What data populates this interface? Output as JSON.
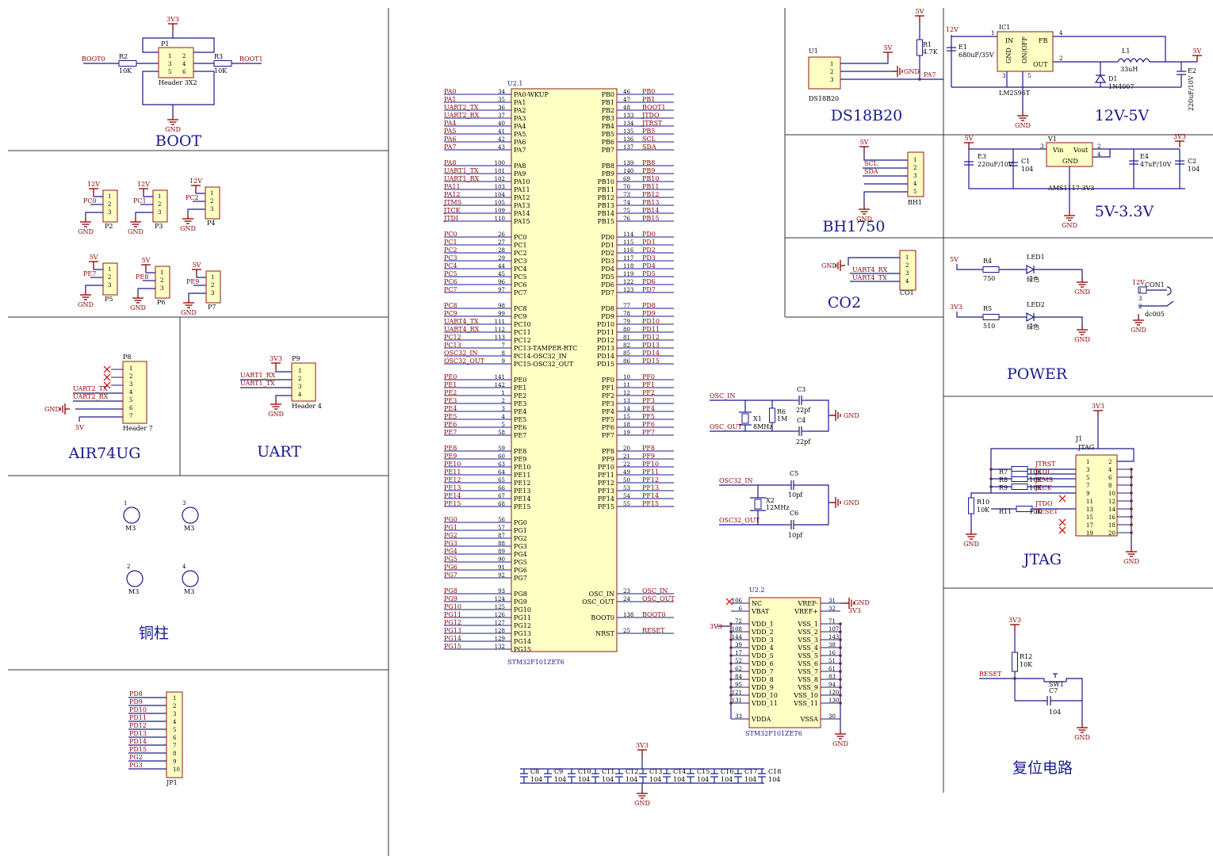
{
  "sections": {
    "boot": "BOOT",
    "air74ug": "AIR74UG",
    "uart": "UART",
    "copper": "铜柱",
    "ds18b20": "DS18B20",
    "reg12to5": "12V-5V",
    "bh1750": "BH1750",
    "reg5to33": "5V-3.3V",
    "co2": "CO2",
    "power": "POWER",
    "jtag": "JTAG",
    "reset": "复位电路"
  },
  "nets": {
    "v3v3": "3V3",
    "v5": "5V",
    "v12": "12V",
    "gnd": "GND",
    "boot0": "BOOT0",
    "boot1": "BOOT1",
    "pc0": "PC0",
    "pc1": "PC1",
    "pc2": "PC2",
    "pe7": "PE7",
    "pe8": "PE8",
    "pe9": "PE9",
    "uart2_tx": "UART2_TX",
    "uart2_rx": "UART2_RX",
    "uart1_rx": "UART1_RX",
    "uart1_tx": "UART1_TX",
    "uart4_rx": "UART4_RX",
    "uart4_tx": "UART4_TX",
    "scl": "SCL",
    "sda": "SDA",
    "pa7": "PA7",
    "osc_in": "OSC_IN",
    "osc_out": "OSC_OUT",
    "osc32_in": "OSC32_IN",
    "osc32_out": "OSC32_OUT",
    "reset": "RESET",
    "jtrst": "JTRST",
    "jtdi": "JTDI",
    "jtms": "JTMS",
    "jtck": "JTCK",
    "jtdo": "JTDO"
  },
  "parts": {
    "p1": "P1",
    "p1_name": "Header 3X2",
    "r2": "R2",
    "r3": "R3",
    "r_10k": "10K",
    "p2": "P2",
    "p3": "P3",
    "p4": "P4",
    "p5": "P5",
    "p6": "P6",
    "p7": "P7",
    "p8": "P8",
    "p8_name": "Header 7",
    "p9": "P9",
    "p9_name": "Header 4",
    "m3": "M3",
    "jp1": "JP1",
    "u21": "U2.1",
    "u22": "U2.2",
    "mcu": "STM32F101ZET6",
    "u1": "U1",
    "u1_name": "DS18B20",
    "r1": "R1",
    "r1_val": "4.7K",
    "ic1": "IC1",
    "ic1_name": "LM2596T",
    "e1": "E1",
    "e1_val": "680uF/35V",
    "l1": "L1",
    "l1_val": "33uH",
    "d1": "D1",
    "d1_val": "1N4007",
    "e2": "E2",
    "e2_val": "220uF/10V",
    "v1": "V1",
    "v1_name": "AMS1117-3V3",
    "e3": "E3",
    "e3_val": "220uF/10V",
    "c1": "C1",
    "c2": "C2",
    "c104": "104",
    "e4": "E4",
    "e4_val": "47uF/10V",
    "bh1": "BH1",
    "co1": "CO1",
    "r4": "R4",
    "r4_val": "750",
    "r5": "R5",
    "r5_val": "510",
    "led1": "LED1",
    "led2": "LED2",
    "green": "绿色",
    "con1": "CON1",
    "con1_name": "dc005",
    "x1": "X1",
    "x1_val": "8MHz",
    "r6": "R6",
    "r6_val": "1M",
    "c3": "C3",
    "c4": "C4",
    "c22pf": "22pf",
    "x2": "X2",
    "x2_val": "12MHz",
    "c5": "C5",
    "c6": "C6",
    "c10pf": "10pf",
    "j1": "J1",
    "j1_name": "JTAG",
    "r7": "R7",
    "r8": "R8",
    "r9": "R9",
    "r10": "R10",
    "r11": "R11",
    "r12": "R12",
    "sw1": "SW1",
    "c7": "C7",
    "ic1_in": "IN",
    "ic1_fb": "FB",
    "ic1_out": "OUT",
    "ic1_gnd": "GND",
    "ic1_onoff": "ON/OFF",
    "v1_vin": "Vin",
    "v1_vout": "Vout",
    "v1_gnd": "GND"
  },
  "mcu_left_groups": [
    [
      [
        "PA0",
        "34",
        "PA0-WKUP"
      ],
      [
        "PA1",
        "35",
        "PA1"
      ],
      [
        "UART2_TX",
        "36",
        "PA2"
      ],
      [
        "UART2_RX",
        "37",
        "PA3"
      ],
      [
        "PA4",
        "40",
        "PA4"
      ],
      [
        "PA5",
        "41",
        "PA5"
      ],
      [
        "PA6",
        "42",
        "PA6"
      ],
      [
        "PA7",
        "43",
        "PA7"
      ]
    ],
    [
      [
        "PA8",
        "100",
        "PA8"
      ],
      [
        "UART1_TX",
        "101",
        "PA9"
      ],
      [
        "UART1_RX",
        "102",
        "PA10"
      ],
      [
        "PA11",
        "103",
        "PA11"
      ],
      [
        "PA12",
        "104",
        "PA12"
      ],
      [
        "JTMS",
        "105",
        "PA13"
      ],
      [
        "JTCK",
        "109",
        "PA14"
      ],
      [
        "JTDI",
        "110",
        "PA15"
      ]
    ],
    [
      [
        "PC0",
        "26",
        "PC0"
      ],
      [
        "PC1",
        "27",
        "PC1"
      ],
      [
        "PC2",
        "28",
        "PC2"
      ],
      [
        "PC3",
        "29",
        "PC3"
      ],
      [
        "PC4",
        "44",
        "PC4"
      ],
      [
        "PC5",
        "45",
        "PC5"
      ],
      [
        "PC6",
        "96",
        "PC6"
      ],
      [
        "PC7",
        "97",
        "PC7"
      ]
    ],
    [
      [
        "PC8",
        "98",
        "PC8"
      ],
      [
        "PC9",
        "99",
        "PC9"
      ],
      [
        "UART4_TX",
        "111",
        "PC10"
      ],
      [
        "UART4_RX",
        "112",
        "PC11"
      ],
      [
        "PC12",
        "113",
        "PC12"
      ],
      [
        "PC13",
        "7",
        "PC13-TAMPER-RTC"
      ],
      [
        "OSC32_IN",
        "8",
        "PC14-OSC32_IN"
      ],
      [
        "OSC32_OUT",
        "9",
        "PC15-OSC32_OUT"
      ]
    ],
    [
      [
        "PE0",
        "141",
        "PE0"
      ],
      [
        "PE1",
        "142",
        "PE1"
      ],
      [
        "PE2",
        "1",
        "PE2"
      ],
      [
        "PE3",
        "2",
        "PE3"
      ],
      [
        "PE4",
        "3",
        "PE4"
      ],
      [
        "PE5",
        "4",
        "PE5"
      ],
      [
        "PE6",
        "5",
        "PE6"
      ],
      [
        "PE7",
        "58",
        "PE7"
      ]
    ],
    [
      [
        "PE8",
        "59",
        "PE8"
      ],
      [
        "PE9",
        "60",
        "PE9"
      ],
      [
        "PE10",
        "63",
        "PE10"
      ],
      [
        "PE11",
        "64",
        "PE11"
      ],
      [
        "PE12",
        "65",
        "PE12"
      ],
      [
        "PE13",
        "66",
        "PE13"
      ],
      [
        "PE14",
        "67",
        "PE14"
      ],
      [
        "PE15",
        "68",
        "PE15"
      ]
    ],
    [
      [
        "PG0",
        "56",
        "PG0"
      ],
      [
        "PG1",
        "57",
        "PG1"
      ],
      [
        "PG2",
        "87",
        "PG2"
      ],
      [
        "PG3",
        "88",
        "PG3"
      ],
      [
        "PG4",
        "89",
        "PG4"
      ],
      [
        "PG5",
        "90",
        "PG5"
      ],
      [
        "PG6",
        "91",
        "PG6"
      ],
      [
        "PG7",
        "92",
        "PG7"
      ]
    ],
    [
      [
        "PG8",
        "93",
        "PG8"
      ],
      [
        "PG9",
        "124",
        "PG9"
      ],
      [
        "PG10",
        "125",
        "PG10"
      ],
      [
        "PG11",
        "126",
        "PG11"
      ],
      [
        "PG12",
        "127",
        "PG12"
      ],
      [
        "PG13",
        "128",
        "PG13"
      ],
      [
        "PG14",
        "129",
        "PG14"
      ],
      [
        "PG15",
        "132",
        "PG15"
      ]
    ]
  ],
  "mcu_right_groups": [
    [
      [
        "PB0",
        "46",
        "PB0"
      ],
      [
        "PB1",
        "47",
        "PB1"
      ],
      [
        "BOOT1",
        "48",
        "PB2"
      ],
      [
        "JTDO",
        "133",
        "PB3"
      ],
      [
        "JTRST",
        "134",
        "PB4"
      ],
      [
        "PB5",
        "135",
        "PB5"
      ],
      [
        "SCL",
        "136",
        "PB6"
      ],
      [
        "SDA",
        "137",
        "PB7"
      ]
    ],
    [
      [
        "PB8",
        "139",
        "PB8"
      ],
      [
        "PB9",
        "140",
        "PB9"
      ],
      [
        "PB10",
        "69",
        "PB10"
      ],
      [
        "PB11",
        "70",
        "PB11"
      ],
      [
        "PB12",
        "73",
        "PB12"
      ],
      [
        "PB13",
        "74",
        "PB13"
      ],
      [
        "PB14",
        "75",
        "PB14"
      ],
      [
        "PB15",
        "76",
        "PB15"
      ]
    ],
    [
      [
        "PD0",
        "114",
        "PD0"
      ],
      [
        "PD1",
        "115",
        "PD1"
      ],
      [
        "PD2",
        "116",
        "PD2"
      ],
      [
        "PD3",
        "117",
        "PD3"
      ],
      [
        "PD4",
        "118",
        "PD4"
      ],
      [
        "PD5",
        "119",
        "PD5"
      ],
      [
        "PD6",
        "122",
        "PD6"
      ],
      [
        "PD7",
        "123",
        "PD7"
      ]
    ],
    [
      [
        "PD8",
        "77",
        "PD8"
      ],
      [
        "PD9",
        "78",
        "PD9"
      ],
      [
        "PD10",
        "79",
        "PD10"
      ],
      [
        "PD11",
        "80",
        "PD11"
      ],
      [
        "PD12",
        "81",
        "PD12"
      ],
      [
        "PD13",
        "82",
        "PD13"
      ],
      [
        "PD14",
        "85",
        "PD14"
      ],
      [
        "PD15",
        "86",
        "PD15"
      ]
    ],
    [
      [
        "PF0",
        "10",
        "PF0"
      ],
      [
        "PF1",
        "11",
        "PF1"
      ],
      [
        "PF2",
        "12",
        "PF2"
      ],
      [
        "PF3",
        "13",
        "PF3"
      ],
      [
        "PF4",
        "14",
        "PF4"
      ],
      [
        "PF5",
        "15",
        "PF5"
      ],
      [
        "PF6",
        "18",
        "PF6"
      ],
      [
        "PF7",
        "19",
        "PF7"
      ]
    ],
    [
      [
        "PF8",
        "20",
        "PF8"
      ],
      [
        "PF9",
        "21",
        "PF9"
      ],
      [
        "PF10",
        "22",
        "PF10"
      ],
      [
        "PF11",
        "49",
        "PF11"
      ],
      [
        "PF12",
        "50",
        "PF12"
      ],
      [
        "PF13",
        "53",
        "PF13"
      ],
      [
        "PF14",
        "54",
        "PF14"
      ],
      [
        "PF15",
        "55",
        "PF15"
      ]
    ]
  ],
  "mcu_right_misc": [
    [
      "OSC_IN",
      "23",
      "OSC_IN"
    ],
    [
      "OSC_OUT",
      "24",
      "OSC_OUT"
    ],
    [
      "BOOT0",
      "138",
      "BOOT0"
    ],
    [
      "RESET",
      "25",
      "NRST"
    ]
  ],
  "u22_left": [
    [
      "106",
      "NC"
    ],
    [
      "6",
      "VBAT"
    ],
    [
      "72",
      "VDD_1"
    ],
    [
      "108",
      "VDD_2"
    ],
    [
      "144",
      "VDD_3"
    ],
    [
      "39",
      "VDD_4"
    ],
    [
      "17",
      "VDD_5"
    ],
    [
      "52",
      "VDD_6"
    ],
    [
      "62",
      "VDD_7"
    ],
    [
      "84",
      "VDD_8"
    ],
    [
      "95",
      "VDD_9"
    ],
    [
      "121",
      "VDD_10"
    ],
    [
      "131",
      "VDD_11"
    ],
    [
      "33",
      "VDDA"
    ]
  ],
  "u22_right": [
    [
      "31",
      "VREF-"
    ],
    [
      "32",
      "VREF+"
    ],
    [
      "71",
      "VSS_1"
    ],
    [
      "107",
      "VSS_2"
    ],
    [
      "143",
      "VSS_3"
    ],
    [
      "38",
      "VSS_4"
    ],
    [
      "16",
      "VSS_5"
    ],
    [
      "51",
      "VSS_6"
    ],
    [
      "61",
      "VSS_7"
    ],
    [
      "83",
      "VSS_8"
    ],
    [
      "94",
      "VSS_9"
    ],
    [
      "120",
      "VSS_10"
    ],
    [
      "130",
      "VSS_11"
    ],
    [
      "30",
      "VSSA"
    ]
  ],
  "jp1_nets": [
    "PD8",
    "PD9",
    "PD10",
    "PD11",
    "PD12",
    "PD13",
    "PD14",
    "PD15",
    "PG2",
    "PG3"
  ],
  "decoupling_caps": [
    "C8",
    "C9",
    "C10",
    "C11",
    "C12",
    "C13",
    "C14",
    "C15",
    "C16",
    "C17",
    "C18"
  ],
  "m3_pins": [
    "1",
    "3",
    "2",
    "4"
  ]
}
